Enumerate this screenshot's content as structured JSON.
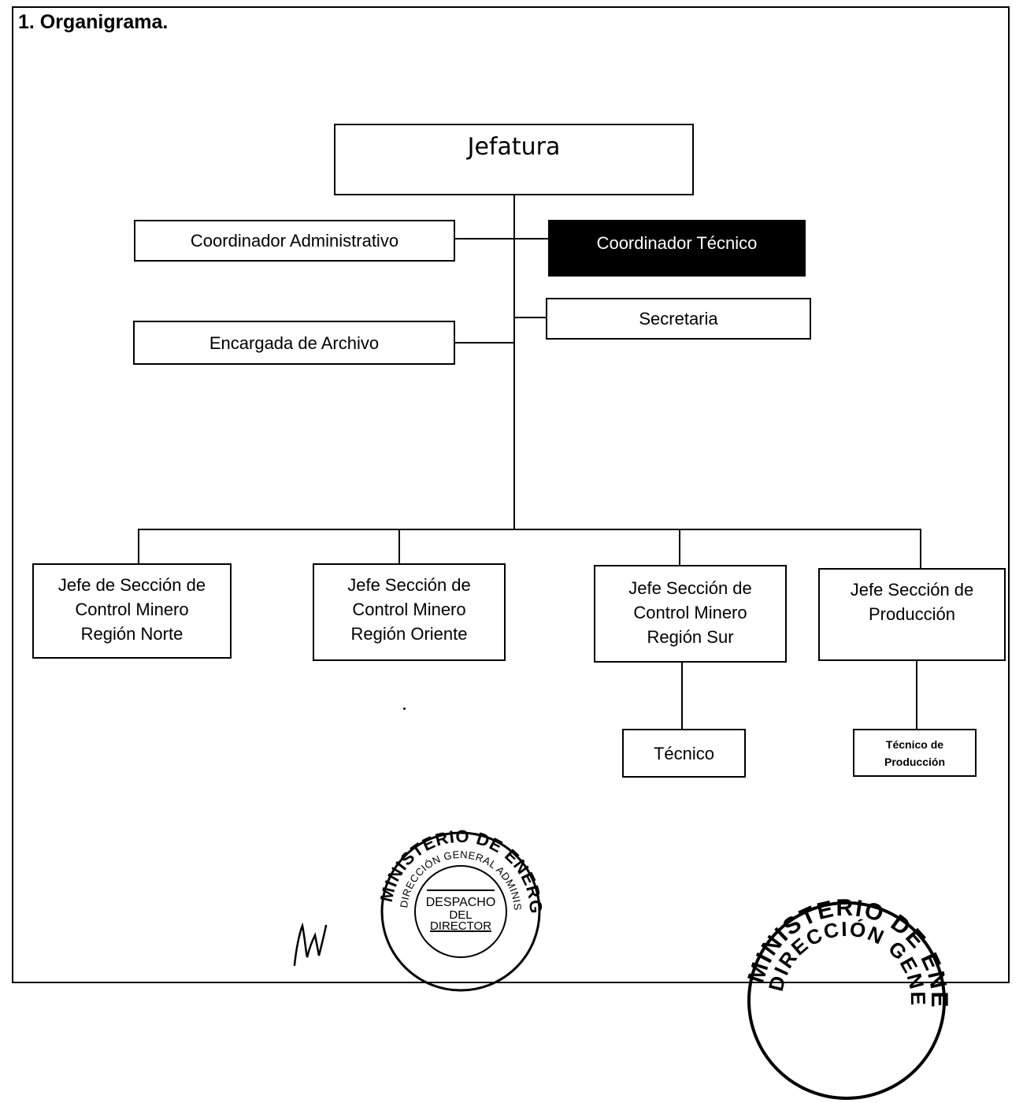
{
  "heading": "1. Organigrama.",
  "org": {
    "head": "Jefatura",
    "coord_admin": "Coordinador Administrativo",
    "coord_tech": "Coordinador Técnico",
    "secretary": "Secretaria",
    "archive": "Encargada de Archivo",
    "section_north": "Jefe de Sección de\nControl Minero\nRegión Norte",
    "section_east": "Jefe Sección de\nControl Minero\nRegión Oriente",
    "section_south": "Jefe Sección de\nControl Minero\nRegión Sur",
    "section_production": "Jefe Sección de\nProducción",
    "technician": "Técnico",
    "production_technician": "Técnico de\nProducción"
  },
  "stamps": {
    "director": {
      "ring_top": "MINISTERIO DE ENERGÍA Y MINAS",
      "ring_inner": "DIRECCIÓN GENERAL ADMINISTRATIVA",
      "center": [
        "DESPACHO",
        "DEL",
        "DIRECTOR"
      ]
    },
    "second": {
      "ring_top": "MINISTERIO DE ENERGÍA Y MINAS",
      "ring_inner": "DIRECCIÓN GENERAL DE"
    }
  }
}
